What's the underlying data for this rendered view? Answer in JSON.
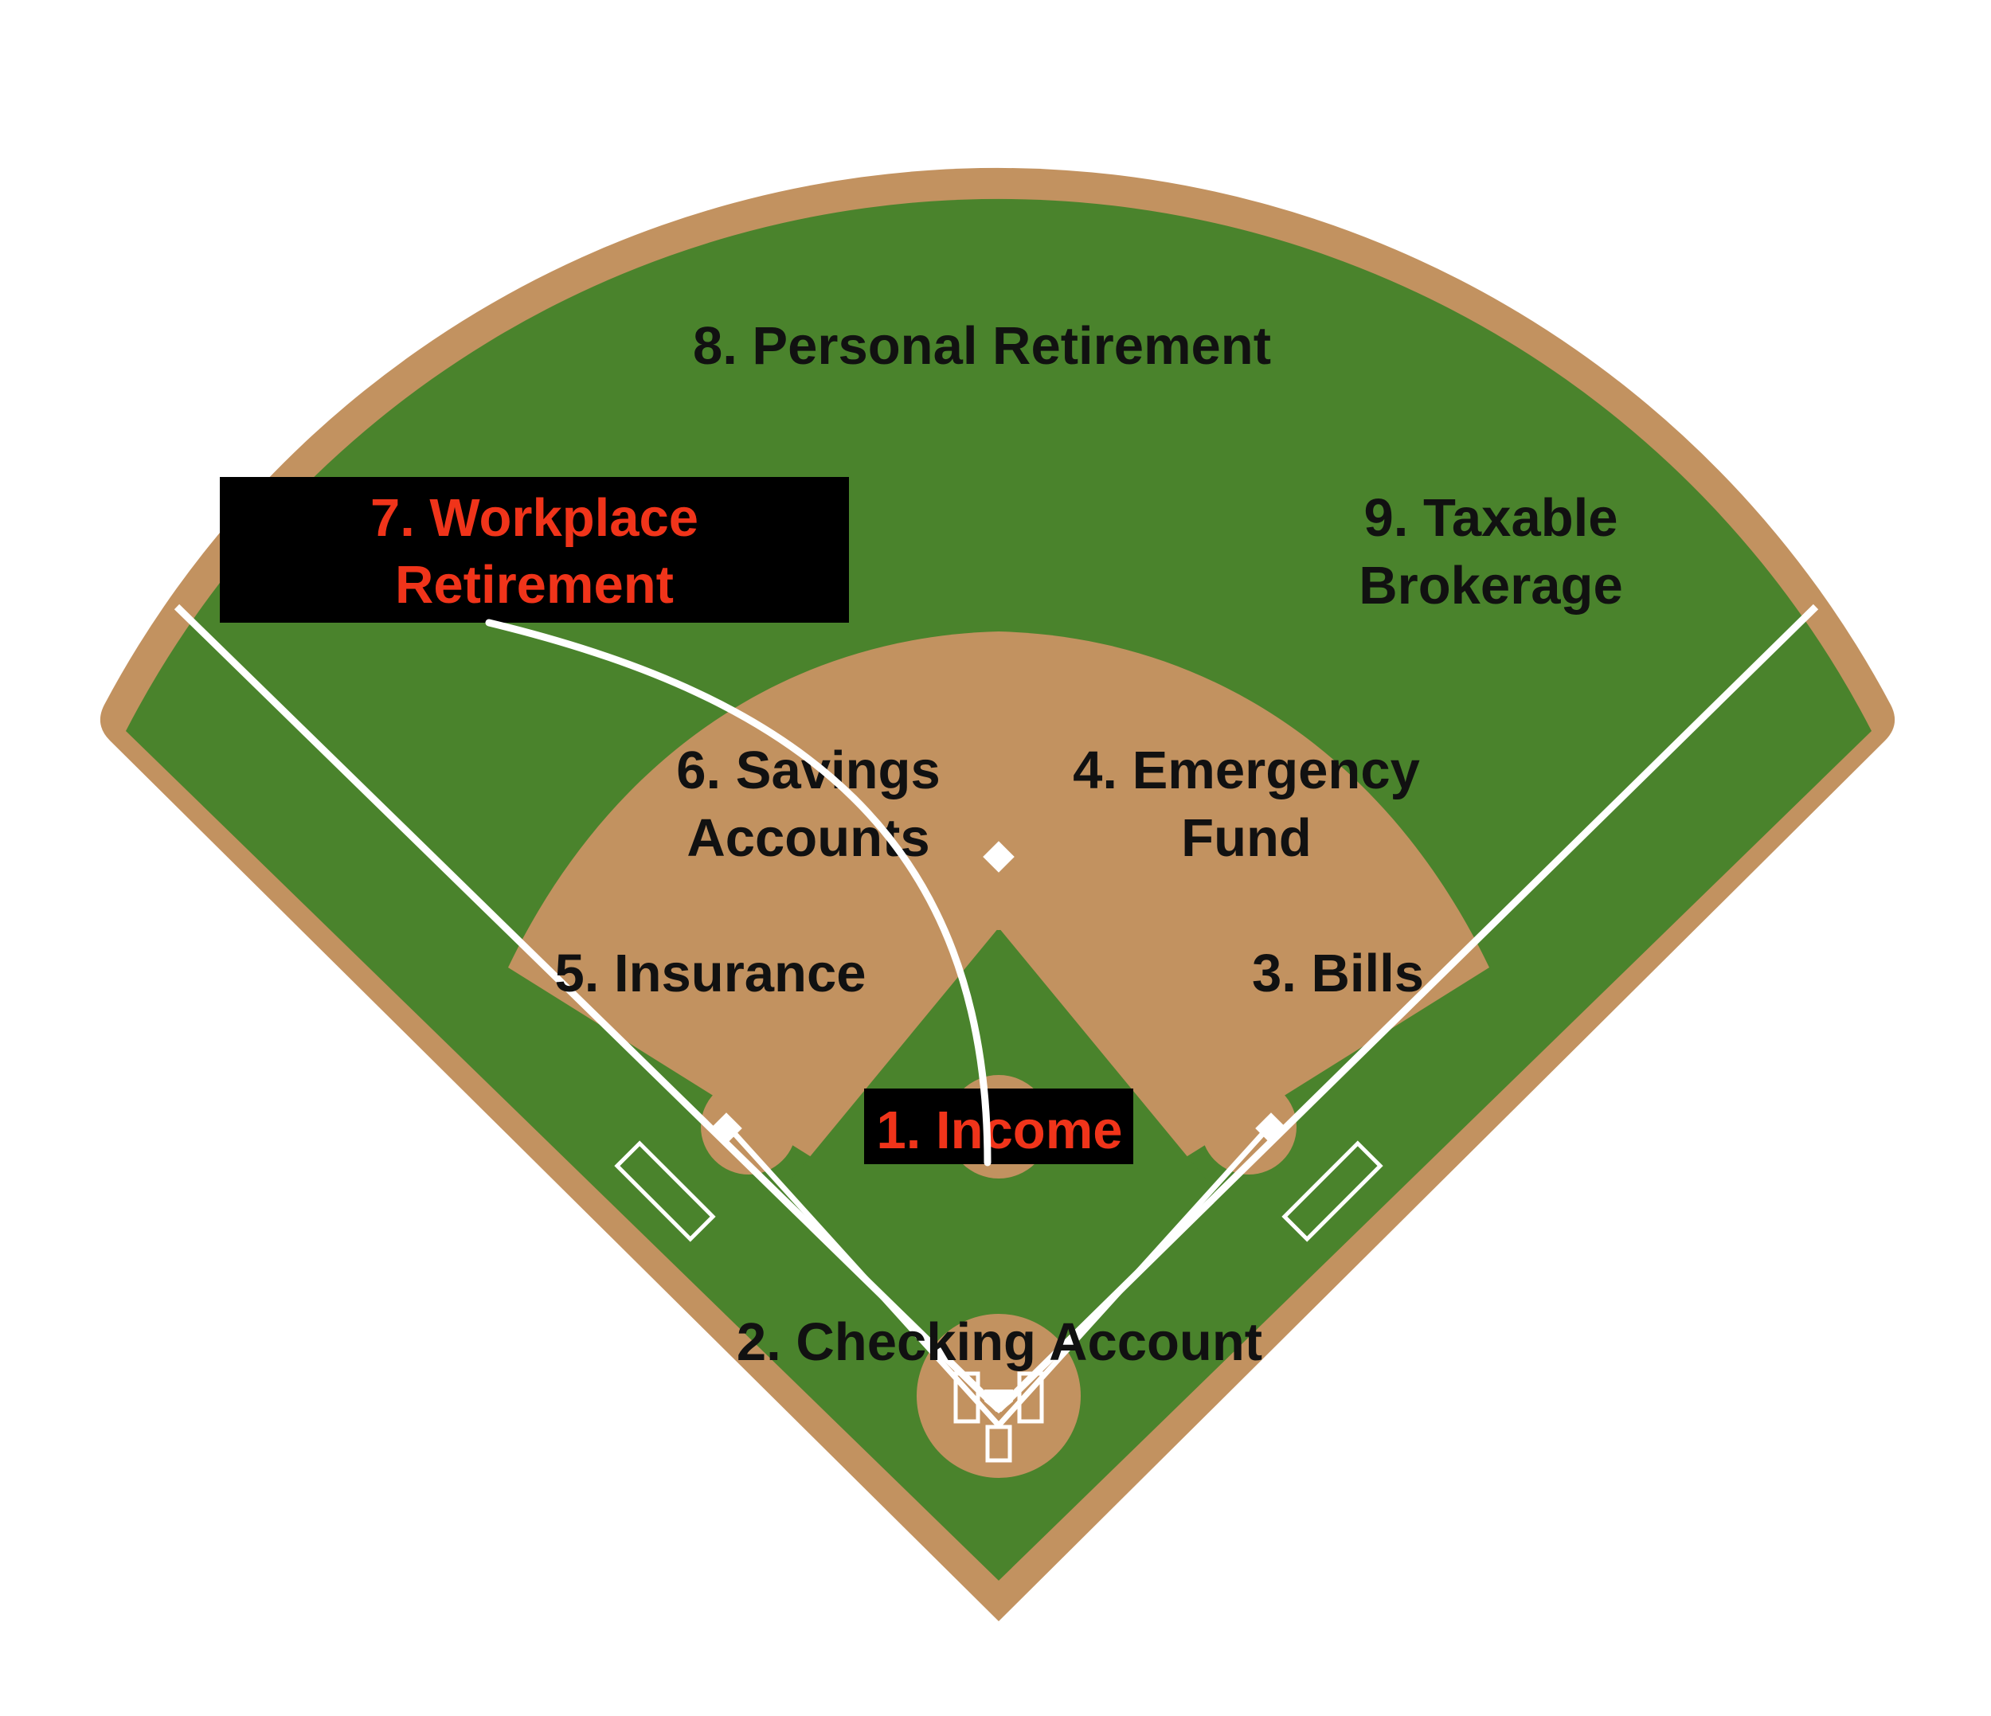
{
  "colors": {
    "dirt": "#c29260",
    "grass": "#4a832c",
    "line": "#ffffff",
    "label_text": "#111111",
    "highlight_text": "#f0341a",
    "highlight_box": "#000000"
  },
  "positions": [
    {
      "id": "income",
      "lines": [
        "1. Income"
      ],
      "highlighted": true
    },
    {
      "id": "checking",
      "lines": [
        "2. Checking Account"
      ],
      "highlighted": false
    },
    {
      "id": "bills",
      "lines": [
        "3. Bills"
      ],
      "highlighted": false
    },
    {
      "id": "emergency",
      "lines": [
        "4. Emergency",
        "Fund"
      ],
      "highlighted": false
    },
    {
      "id": "insurance",
      "lines": [
        "5. Insurance"
      ],
      "highlighted": false
    },
    {
      "id": "savings",
      "lines": [
        "6. Savings",
        "Accounts"
      ],
      "highlighted": false
    },
    {
      "id": "workplace",
      "lines": [
        "7. Workplace",
        "Retirement"
      ],
      "highlighted": true
    },
    {
      "id": "personal",
      "lines": [
        "8. Personal Retirement"
      ],
      "highlighted": false
    },
    {
      "id": "taxable",
      "lines": [
        "9. Taxable",
        "Brokerage"
      ],
      "highlighted": false
    }
  ]
}
